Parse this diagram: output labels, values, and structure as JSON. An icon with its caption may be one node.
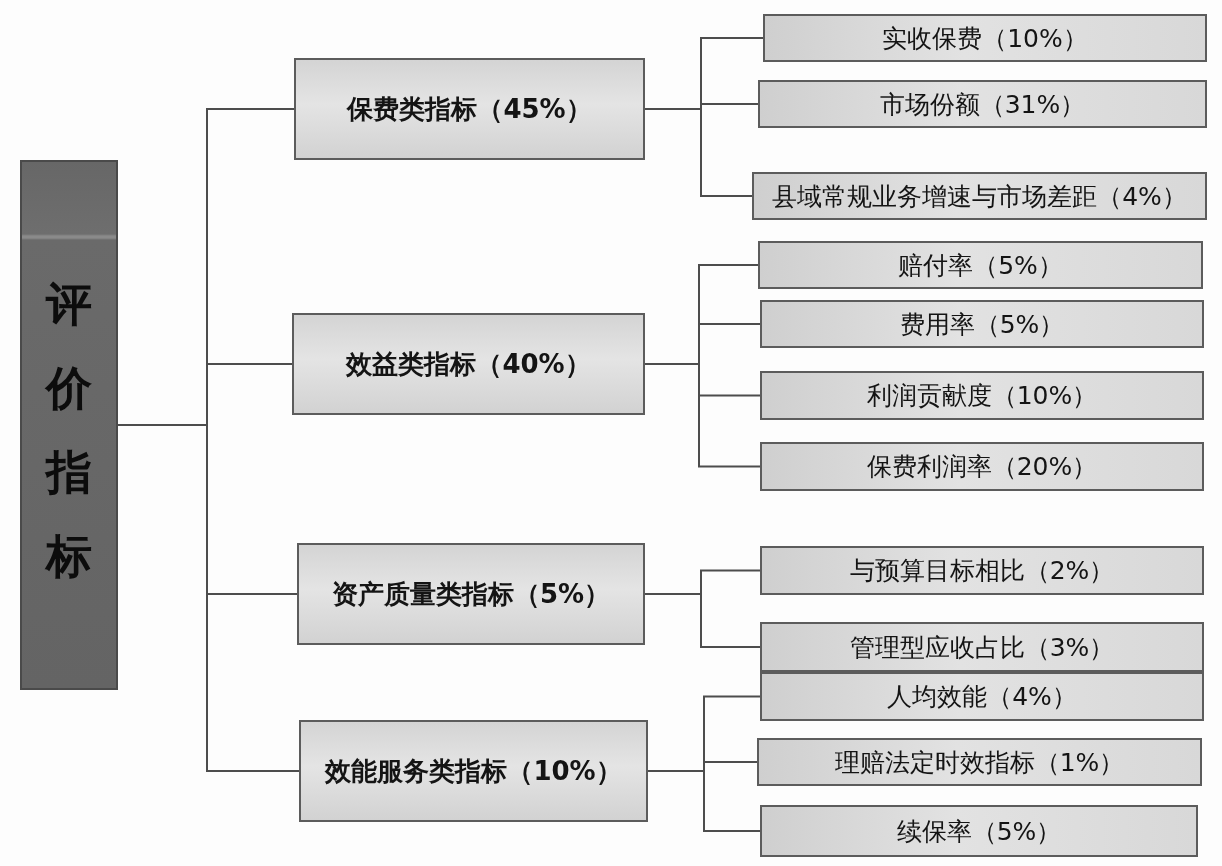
{
  "diagram": {
    "nodes": [
      {
        "text": [
          "评价指标"
        ]
      },
      {
        "text": [
          "保费类指标（45%）"
        ]
      },
      {
        "text": [
          "实收保费（10%）"
        ]
      },
      {
        "text": [
          "市场份额（31%）"
        ]
      },
      {
        "text": [
          "县域常规业务增速与市场差距（4%）"
        ]
      },
      {
        "text": [
          "效益类指标（40%）"
        ]
      },
      {
        "text": [
          "赔付率（5%）"
        ]
      },
      {
        "text": [
          "费用率（5%）"
        ]
      },
      {
        "text": [
          "利润贡献度（10%）"
        ]
      },
      {
        "text": [
          "保费利润率（20%）"
        ]
      },
      {
        "text": [
          "资产质量类指标（5%）"
        ]
      },
      {
        "text": [
          "与预算目标相比（2%）"
        ]
      },
      {
        "text": [
          "管理型应收占比（3%）"
        ]
      },
      {
        "text": [
          "效能服务类指标（10%）"
        ]
      },
      {
        "text": [
          "人均效能（4%）"
        ]
      },
      {
        "text": [
          "理赔法定时效指标（1%）"
        ]
      },
      {
        "text": [
          "续保率（5%）"
        ]
      }
    ],
    "edges": [
      {
        "from": 0,
        "to": 1,
        "arrow": "none"
      },
      {
        "from": 0,
        "to": 5,
        "arrow": "none"
      },
      {
        "from": 0,
        "to": 10,
        "arrow": "none"
      },
      {
        "from": 0,
        "to": 13,
        "arrow": "none"
      },
      {
        "from": 1,
        "to": 2,
        "arrow": "none"
      },
      {
        "from": 1,
        "to": 3,
        "arrow": "none"
      },
      {
        "from": 1,
        "to": 4,
        "arrow": "none"
      },
      {
        "from": 5,
        "to": 6,
        "arrow": "none"
      },
      {
        "from": 5,
        "to": 7,
        "arrow": "none"
      },
      {
        "from": 5,
        "to": 8,
        "arrow": "none"
      },
      {
        "from": 5,
        "to": 9,
        "arrow": "none"
      },
      {
        "from": 10,
        "to": 11,
        "arrow": "none"
      },
      {
        "from": 10,
        "to": 12,
        "arrow": "none"
      },
      {
        "from": 13,
        "to": 14,
        "arrow": "none"
      },
      {
        "from": 13,
        "to": 15,
        "arrow": "none"
      },
      {
        "from": 13,
        "to": 16,
        "arrow": "none"
      }
    ]
  }
}
